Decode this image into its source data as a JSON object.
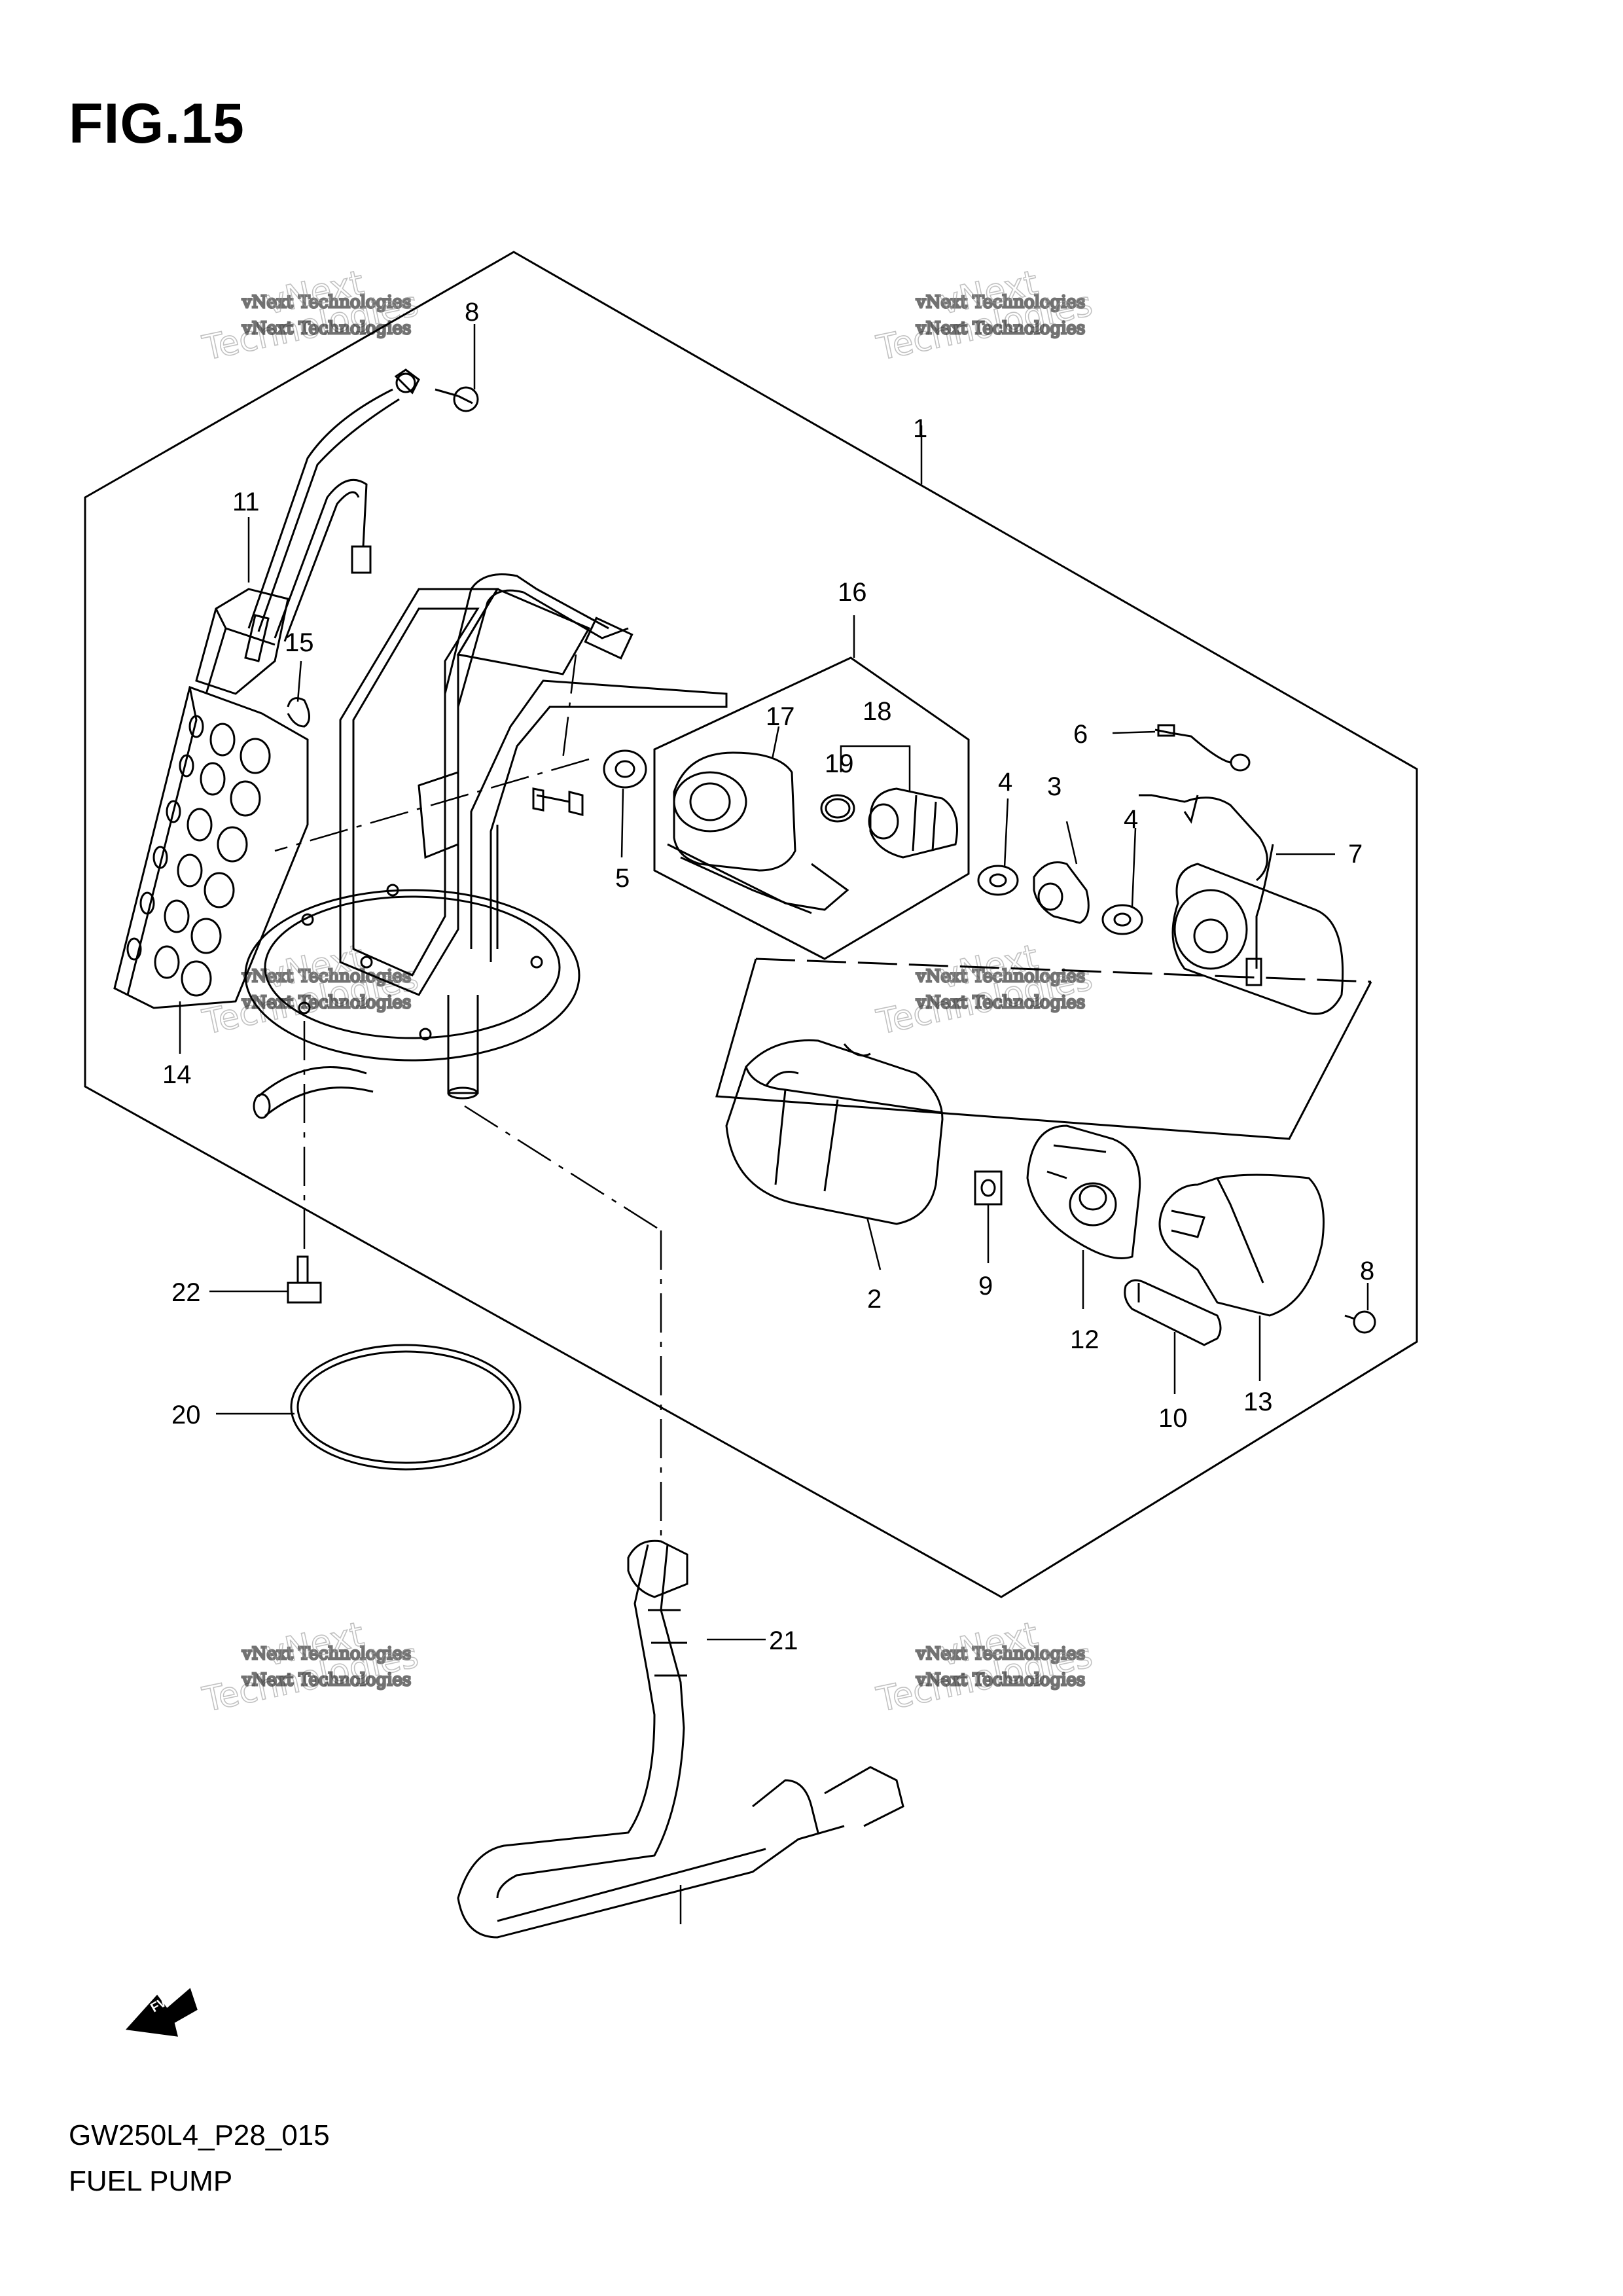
{
  "figure": {
    "title": "FIG.15",
    "code": "GW250L4_P28_015",
    "name": "FUEL PUMP"
  },
  "watermark": {
    "line1": "vNext Technologies",
    "line2": "Technologies",
    "line3": "vNext"
  },
  "fwd_label": "FWD",
  "callouts": {
    "c1": "1",
    "c2": "2",
    "c3": "3",
    "c4a": "4",
    "c4b": "4",
    "c5": "5",
    "c6": "6",
    "c7": "7",
    "c8a": "8",
    "c8b": "8",
    "c9": "9",
    "c10": "10",
    "c11": "11",
    "c12": "12",
    "c13": "13",
    "c14": "14",
    "c15": "15",
    "c16": "16",
    "c17": "17",
    "c18": "18",
    "c19": "19",
    "c20": "20",
    "c21": "21",
    "c22": "22"
  },
  "colors": {
    "line": "#000000",
    "watermark": "#999999",
    "background": "#ffffff"
  }
}
